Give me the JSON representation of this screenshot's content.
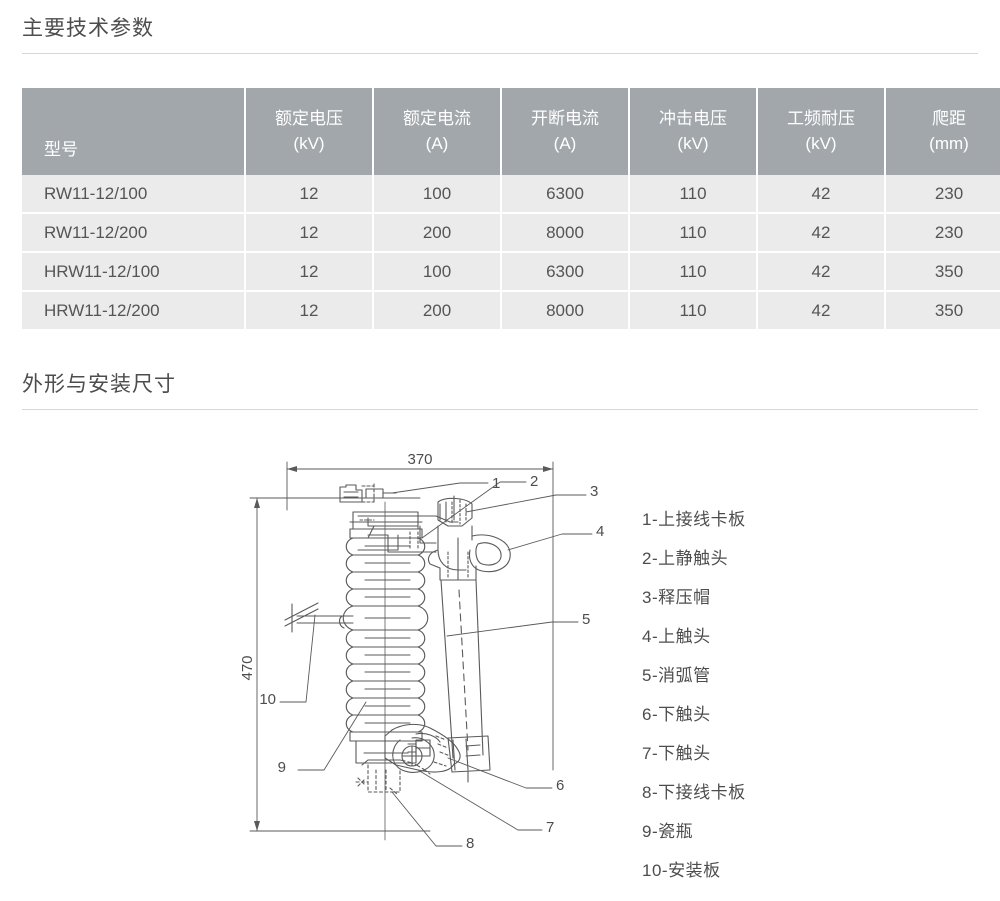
{
  "sections": {
    "params_title": "主要技术参数",
    "dims_title": "外形与安装尺寸"
  },
  "spec_table": {
    "headers": [
      {
        "line1": "型号",
        "line2": ""
      },
      {
        "line1": "额定电压",
        "line2": "(kV)"
      },
      {
        "line1": "额定电流",
        "line2": "(A)"
      },
      {
        "line1": "开断电流",
        "line2": "(A)"
      },
      {
        "line1": "冲击电压",
        "line2": "(kV)"
      },
      {
        "line1": "工频耐压",
        "line2": "(kV)"
      },
      {
        "line1": "爬距",
        "line2": "(mm)"
      }
    ],
    "rows": [
      {
        "model": "RW11-12/100",
        "rated_voltage": "12",
        "rated_current": "100",
        "breaking_current": "6300",
        "impulse_voltage": "110",
        "power_freq_withstand": "42",
        "creepage": "230"
      },
      {
        "model": "RW11-12/200",
        "rated_voltage": "12",
        "rated_current": "200",
        "breaking_current": "8000",
        "impulse_voltage": "110",
        "power_freq_withstand": "42",
        "creepage": "230"
      },
      {
        "model": "HRW11-12/100",
        "rated_voltage": "12",
        "rated_current": "100",
        "breaking_current": "6300",
        "impulse_voltage": "110",
        "power_freq_withstand": "42",
        "creepage": "350"
      },
      {
        "model": "HRW11-12/200",
        "rated_voltage": "12",
        "rated_current": "200",
        "breaking_current": "8000",
        "impulse_voltage": "110",
        "power_freq_withstand": "42",
        "creepage": "350"
      }
    ]
  },
  "drawing": {
    "dimension_width": "370",
    "dimension_height": "470",
    "callouts": [
      "1",
      "2",
      "3",
      "4",
      "5",
      "6",
      "7",
      "8",
      "9",
      "10"
    ]
  },
  "legend": {
    "items": [
      "1-上接线卡板",
      "2-上静触头",
      "3-释压帽",
      "4-上触头",
      "5-消弧管",
      "6-下触头",
      "7-下触头",
      "8-下接线卡板",
      "9-瓷瓶",
      "10-安装板"
    ]
  },
  "colors": {
    "header_bg": "#a2a7ab",
    "row_bg": "#ebebeb",
    "text": "#4d4d4d",
    "rule": "#d8d8d8",
    "line": "#5a5a5a"
  }
}
